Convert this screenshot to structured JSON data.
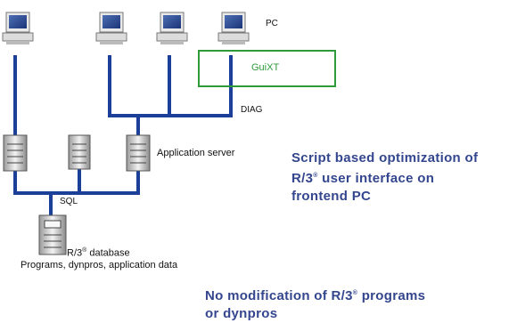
{
  "labels": {
    "pc": "PC",
    "guixt": "GuiXT",
    "diag": "DIAG",
    "sql": "SQL",
    "application_server": "Application server",
    "database_prefix": "R/3",
    "database_suffix": " database",
    "database_contents": "Programs, dynpros, application data"
  },
  "statements": {
    "optimization_line1": "Script based optimization of",
    "optimization_line2_prefix": "R/3",
    "optimization_line2_suffix": " user interface on",
    "optimization_line3": "frontend PC",
    "nomod_line1_prefix": "No modification of R/3",
    "nomod_line1_suffix": " programs",
    "nomod_line2": "or dynpros"
  },
  "registered_mark": "®",
  "colors": {
    "network_line": "#1c3f9a",
    "guixt_box": "#2f9a3a",
    "statement_text": "#34468e"
  }
}
